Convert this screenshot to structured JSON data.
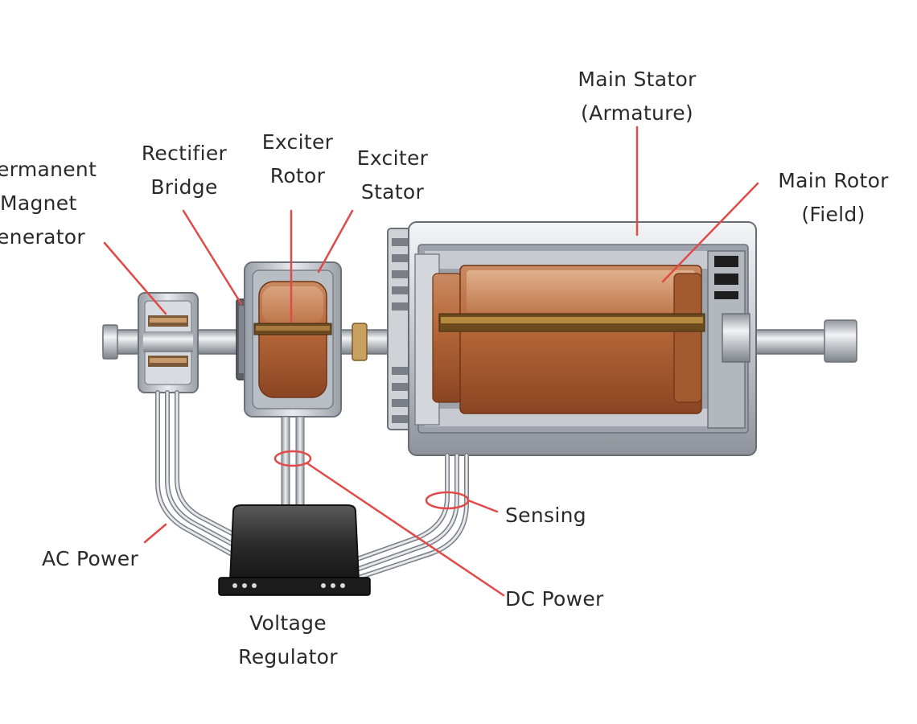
{
  "labels": {
    "pmg": [
      "ermanent",
      "Magnet",
      "enerator"
    ],
    "rectifier": [
      "Rectifier",
      "Bridge"
    ],
    "exciter_rotor": [
      "Exciter",
      "Rotor"
    ],
    "exciter_stator": [
      "Exciter",
      "Stator"
    ],
    "main_stator": [
      "Main Stator",
      "(Armature)"
    ],
    "main_rotor": [
      "Main Rotor",
      "(Field)"
    ],
    "sensing": "Sensing",
    "ac_power": "AC Power",
    "dc_power": "DC Power",
    "voltage_regulator": [
      "Voltage",
      "Regulator"
    ]
  },
  "colors": {
    "leader_line": "#e04a48",
    "copper": "#b8683a",
    "steel": "#c9cbd0",
    "regulator": "#2a2a2a"
  }
}
